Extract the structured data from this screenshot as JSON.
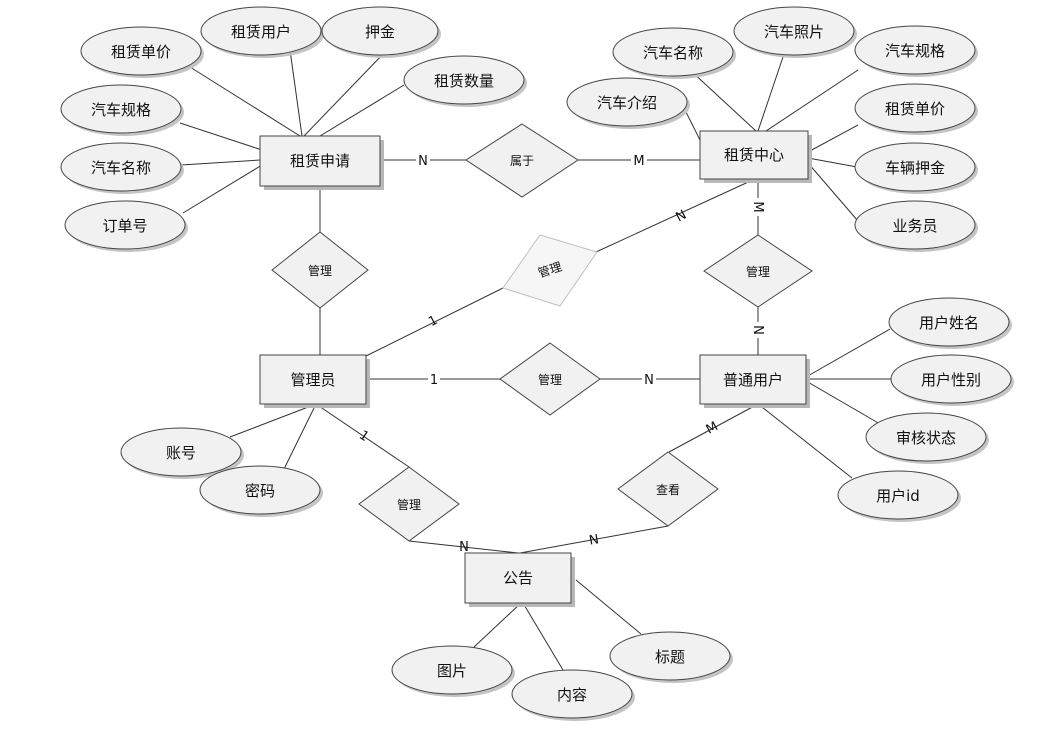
{
  "entities": {
    "rental_application": "租赁申请",
    "rental_center": "租赁中心",
    "admin": "管理员",
    "regular_user": "普通用户",
    "announcement": "公告"
  },
  "relations": {
    "belongs_to": "属于",
    "manage_application": "管理",
    "manage_center": "管理",
    "manage_center_user": "管理",
    "manage_user": "管理",
    "manage_announcement": "管理",
    "view": "查看"
  },
  "attributes": {
    "rental_application": [
      "租赁单价",
      "租赁用户",
      "押金",
      "租赁数量",
      "汽车规格",
      "汽车名称",
      "订单号"
    ],
    "rental_center": [
      "汽车名称",
      "汽车照片",
      "汽车规格",
      "汽车介绍",
      "租赁单价",
      "车辆押金",
      "业务员"
    ],
    "regular_user": [
      "用户姓名",
      "用户性别",
      "审核状态",
      "用户id"
    ],
    "admin": [
      "账号",
      "密码"
    ],
    "announcement": [
      "图片",
      "内容",
      "标题"
    ]
  },
  "cardinalities": {
    "app_belongs": "N",
    "center_belongs": "M",
    "center_admin": "N",
    "admin_center": "1",
    "center_user_top": "M",
    "center_user_bottom": "N",
    "admin_user": "1",
    "user_admin": "N",
    "admin_announce": "1",
    "announce_admin": "N",
    "user_view": "M",
    "announce_view": "N"
  }
}
